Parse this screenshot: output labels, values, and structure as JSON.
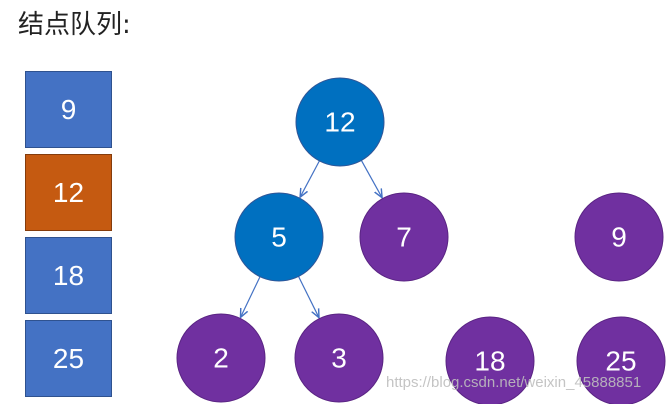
{
  "title": "结点队列:",
  "colors": {
    "queue_default": "#4472c4",
    "queue_current": "#c55a11",
    "node_active": "#0070c0",
    "node_child": "#7030a0",
    "edge": "#4472c4"
  },
  "queue": [
    {
      "label": "9",
      "current": false
    },
    {
      "label": "12",
      "current": true
    },
    {
      "label": "18",
      "current": false
    },
    {
      "label": "25",
      "current": false
    }
  ],
  "nodes": [
    {
      "id": "n12",
      "label": "12",
      "style": "active"
    },
    {
      "id": "n5",
      "label": "5",
      "style": "active"
    },
    {
      "id": "n7",
      "label": "7",
      "style": "child"
    },
    {
      "id": "n2",
      "label": "2",
      "style": "child"
    },
    {
      "id": "n3",
      "label": "3",
      "style": "child"
    },
    {
      "id": "n18",
      "label": "18",
      "style": "child"
    },
    {
      "id": "n9",
      "label": "9",
      "style": "child"
    },
    {
      "id": "n25",
      "label": "25",
      "style": "child"
    }
  ],
  "edges": [
    {
      "from": "n12",
      "to": "n5"
    },
    {
      "from": "n12",
      "to": "n7"
    },
    {
      "from": "n5",
      "to": "n2"
    },
    {
      "from": "n5",
      "to": "n3"
    }
  ],
  "watermark": "https://blog.csdn.net/weixin_45888851"
}
